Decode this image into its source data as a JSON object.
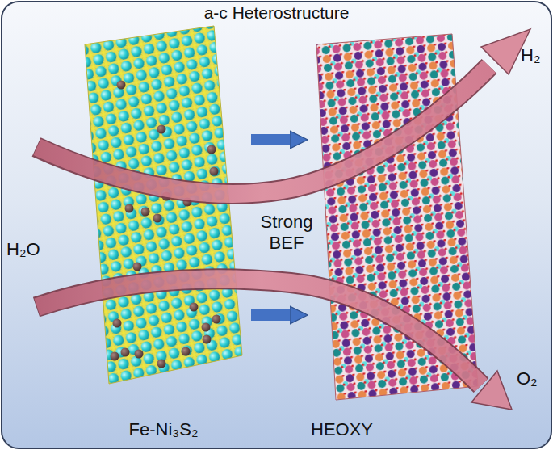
{
  "diagram": {
    "title": "a-c Heterostructure",
    "nodes": [
      {
        "text": [
          "Fe-Ni₃S₂"
        ]
      },
      {
        "text": [
          "HEOXY"
        ]
      }
    ],
    "edges": [
      {
        "from": 0,
        "to": 1,
        "arrow": "to"
      },
      {
        "from": 0,
        "to": 1,
        "arrow": "to"
      }
    ],
    "labels": [
      "H₂O",
      "H₂",
      "O₂",
      "Strong BEF"
    ]
  }
}
